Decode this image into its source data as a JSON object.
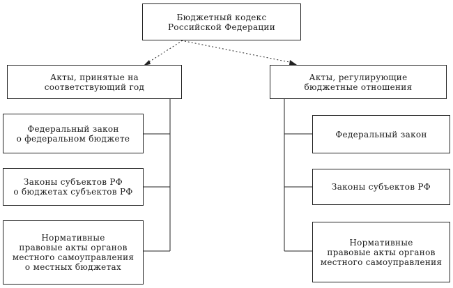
{
  "root": {
    "label": "Бюджетный кодекс\nРоссийской Федерации"
  },
  "left_branch": {
    "label": "Акты, принятые на\nсоответствующий год",
    "items": [
      {
        "label": "Федеральный закон\nо федеральном бюджете"
      },
      {
        "label": "Законы субъектов РФ\nо бюджетах субъектов РФ"
      },
      {
        "label": "Нормативные\nправовые акты органов\nместного самоуправления\nо местных бюджетах"
      }
    ]
  },
  "right_branch": {
    "label": "Акты, регулирующие\nбюджетные отношения",
    "items": [
      {
        "label": "Федеральный закон"
      },
      {
        "label": "Законы субъектов РФ"
      },
      {
        "label": "Нормативные\nправовые акты органов\nместного самоуправления"
      }
    ]
  }
}
